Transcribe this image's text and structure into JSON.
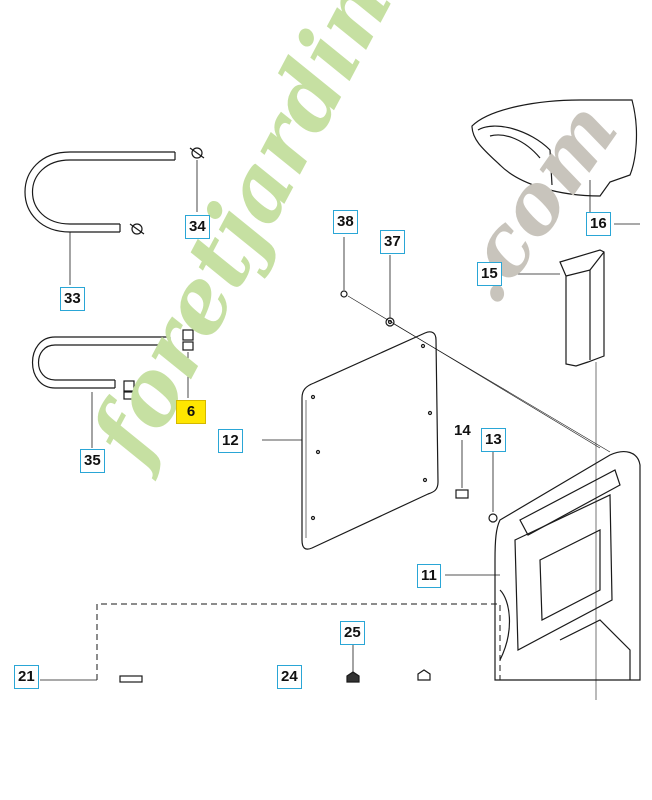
{
  "callouts": {
    "c33": "33",
    "c34": "34",
    "c35": "35",
    "c6": "6",
    "c38": "38",
    "c37": "37",
    "c16": "16",
    "c15": "15",
    "c12": "12",
    "c14": "14",
    "c13": "13",
    "c11": "11",
    "c25": "25",
    "c21": "21",
    "c24": "24"
  },
  "watermark": {
    "text1": "foretjardin",
    "text2": ".com"
  },
  "colors": {
    "callout_border": "#2aa6d6",
    "highlight": "#ffe600",
    "wm_green": "#c6e0a2",
    "wm_gray": "#c8c4bc"
  }
}
